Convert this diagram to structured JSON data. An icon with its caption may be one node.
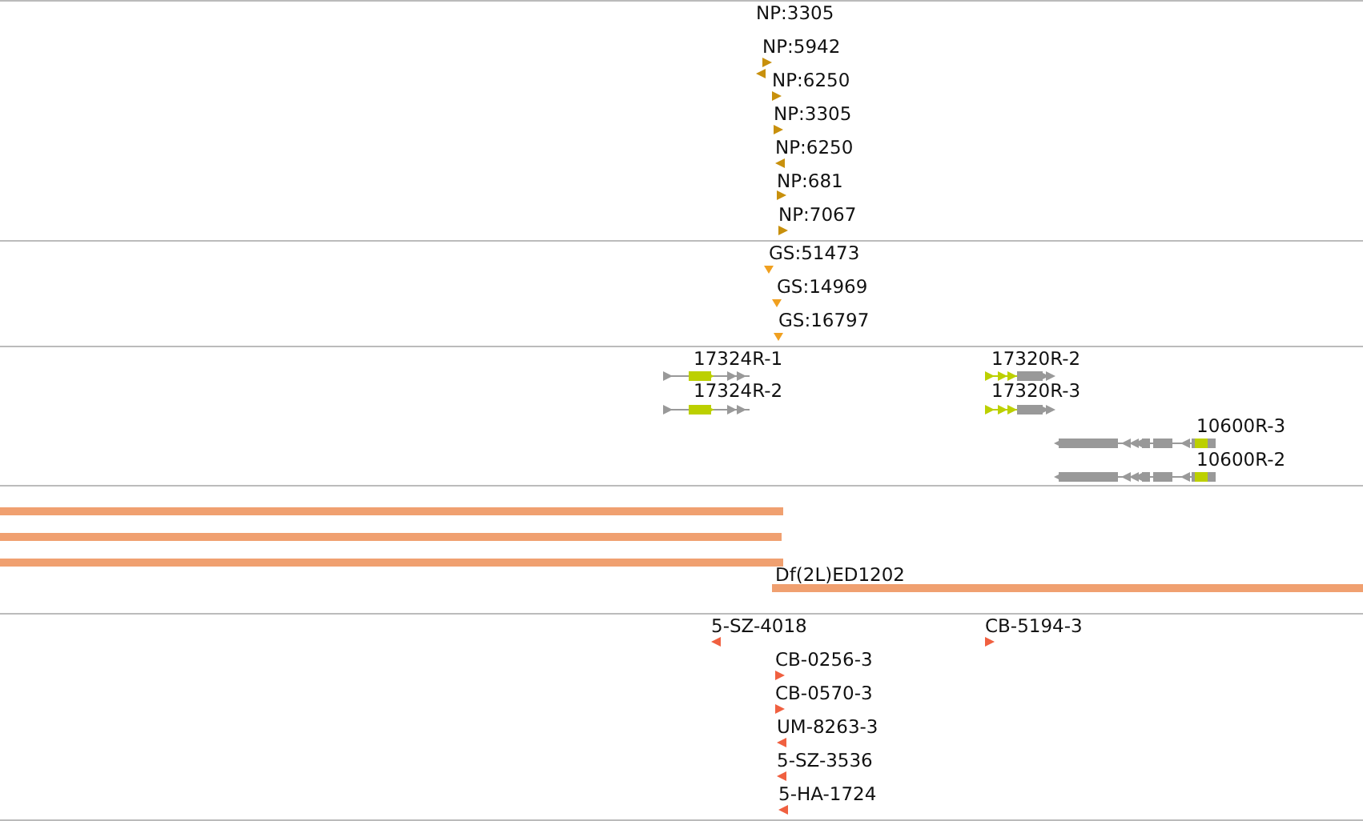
{
  "diagram": {
    "labels": [
      "NP:3305",
      "NP:5942",
      "NP:6250",
      "NP:3305",
      "NP:6250",
      "NP:681",
      "NP:7067",
      "GS:51473",
      "GS:14969",
      "GS:16797",
      "17324R-1",
      "17320R-2",
      "17324R-2",
      "17320R-3",
      "10600R-3",
      "10600R-2",
      "Df(2L)ED1202",
      "5-SZ-4018",
      "CB-5194-3",
      "CB-0256-3",
      "CB-0570-3",
      "UM-8263-3",
      "5-SZ-3536",
      "5-HA-1724"
    ]
  }
}
